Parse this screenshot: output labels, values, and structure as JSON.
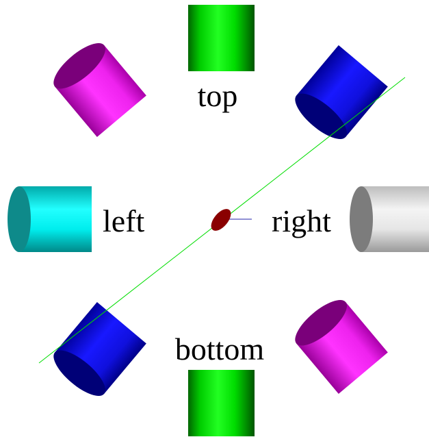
{
  "labels": {
    "top": "top",
    "left": "left",
    "right": "right",
    "bottom": "bottom"
  },
  "colors": {
    "background": "#ffffff",
    "green_cylinder": "#00ee00",
    "magenta_cylinder": "#ff33ff",
    "blue_cylinder": "#1010ee",
    "cyan_cylinder": "#00eeee",
    "gray_cylinder": "#e8e8e8",
    "center_disc": "#8a0000",
    "diagonal_line": "#00dd00",
    "center_line": "#2020aa"
  },
  "objects": [
    {
      "name": "green-cylinder-top",
      "color": "green"
    },
    {
      "name": "green-cylinder-bottom",
      "color": "green"
    },
    {
      "name": "magenta-cylinder-top-left",
      "color": "magenta"
    },
    {
      "name": "magenta-cylinder-bottom-right",
      "color": "magenta"
    },
    {
      "name": "blue-cylinder-top-right",
      "color": "blue"
    },
    {
      "name": "blue-cylinder-bottom-left",
      "color": "blue"
    },
    {
      "name": "cyan-cylinder-left",
      "color": "cyan"
    },
    {
      "name": "gray-cylinder-right",
      "color": "gray"
    },
    {
      "name": "red-center-disc",
      "color": "dark red"
    }
  ]
}
